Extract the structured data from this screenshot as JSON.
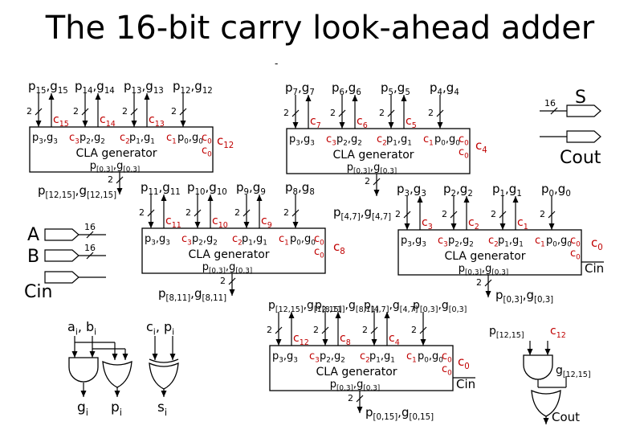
{
  "title": "The 16-bit carry look-ahead  adder",
  "colors": {
    "carry": "#c00000",
    "line": "#000000"
  },
  "strings": {
    "cla_generator": "CLA generator",
    "width_2": "2",
    "width_16": "16",
    "dash": "-",
    "pg_bottom_label": "p[0,3],g[0,3]",
    "pin_labels": [
      "p3,g3",
      "c3",
      "p2,g2",
      "c2",
      "p1,g1",
      "c1",
      "p0,g0",
      "c0"
    ]
  },
  "blocks": [
    {
      "id": "top-left",
      "inputs": [
        "p15,g15",
        "p14,g14",
        "p13,g13",
        "p12,g12"
      ],
      "carries_out": [
        "c15",
        "c14",
        "c13"
      ],
      "carry_in": "c12",
      "group_out": "p[12,15],g[12,15]"
    },
    {
      "id": "top-right",
      "inputs": [
        "p7,g7",
        "p6,g6",
        "p5,g5",
        "p4,g4"
      ],
      "carries_out": [
        "c7",
        "c6",
        "c5"
      ],
      "carry_in": "c4",
      "group_out": "p[4,7],g[4,7]"
    },
    {
      "id": "middle-left",
      "inputs": [
        "p11,g11",
        "p10,g10",
        "p9,g9",
        "p8,g8"
      ],
      "carries_out": [
        "c11",
        "c10",
        "c9"
      ],
      "carry_in": "c8",
      "group_out": "p[8,11],g[8,11]"
    },
    {
      "id": "middle-right",
      "inputs": [
        "p3,g3",
        "p2,g2",
        "p1,g1",
        "p0,g0"
      ],
      "carries_out": [
        "c3",
        "c2",
        "c1"
      ],
      "carry_in": "c0",
      "carry_in_ext": "Cin",
      "group_out": "p[0,3],g[0,3]"
    },
    {
      "id": "bottom",
      "inputs": [
        "p[12,15],g[12,15]",
        "p[8,11],g[8,11]",
        "p[4,7],g[4,7]",
        "p[0,3],g[0,3]"
      ],
      "carries_out": [
        "c12",
        "c8",
        "c4"
      ],
      "carry_in": "c0",
      "carry_in_ext": "Cin",
      "group_out": "p[0,15],g[0,15]"
    }
  ],
  "io": {
    "inputs": [
      "A",
      "B",
      "Cin"
    ],
    "outputs": [
      "S",
      "Cout"
    ],
    "width": "16"
  },
  "gates": {
    "pg_inputs": "ai, bi",
    "pg_outputs": [
      "gi",
      "pi"
    ],
    "sum_inputs": "ci, pi",
    "sum_output": "si"
  },
  "cout_logic": {
    "inputs": [
      "p[12,15]",
      "c12"
    ],
    "mid": "g[12,15]",
    "output": "Cout"
  }
}
